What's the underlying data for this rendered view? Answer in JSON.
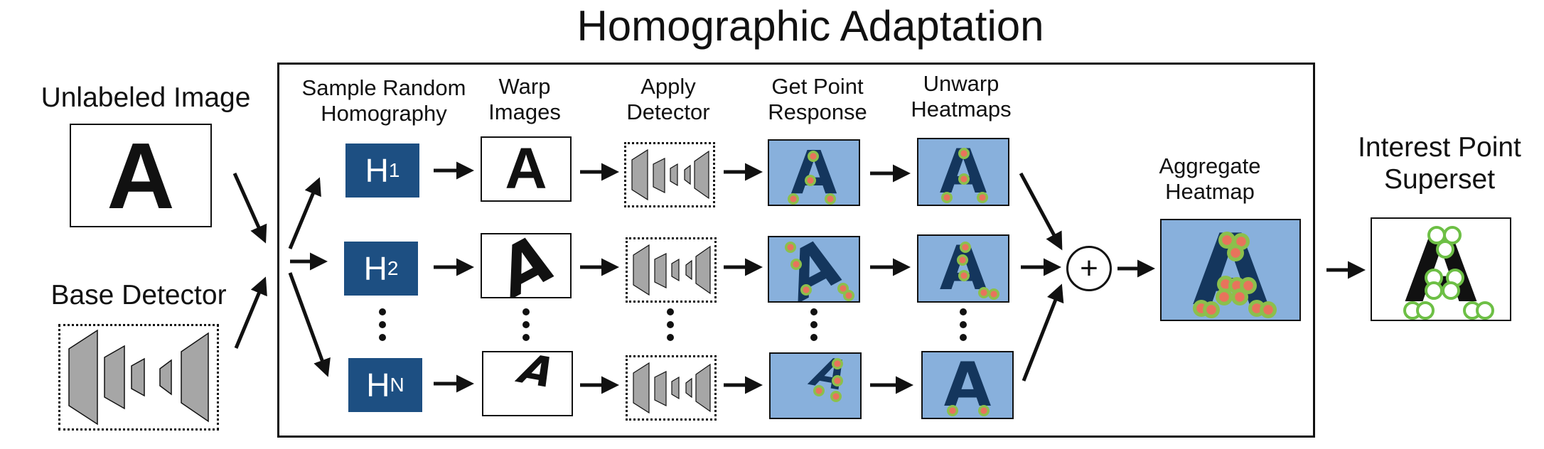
{
  "title": "Homographic Adaptation",
  "inputs": {
    "unlabeled_image": "Unlabeled Image",
    "base_detector": "Base Detector",
    "letter": "A"
  },
  "columns": {
    "sample": "Sample Random\nHomography",
    "warp": "Warp\nImages",
    "apply": "Apply\nDetector",
    "response": "Get Point\nResponse",
    "unwarp": "Unwarp\nHeatmaps"
  },
  "homographies": {
    "h1": {
      "base": "H",
      "sub": "1"
    },
    "h2": {
      "base": "H",
      "sub": "2"
    },
    "hn": {
      "base": "H",
      "sub": "N"
    }
  },
  "aggregate": "Aggregate\nHeatmap",
  "output": "Interest Point\nSuperset",
  "plus_symbol": "+",
  "colors": {
    "homography_blue": "#1d4f82",
    "heatmap_blue": "#88b0dc",
    "detector_gray": "#a6a6a6",
    "keypoint_red": "#e8735c",
    "keypoint_green": "#8cbf4c",
    "superset_green": "#6dbf45"
  }
}
